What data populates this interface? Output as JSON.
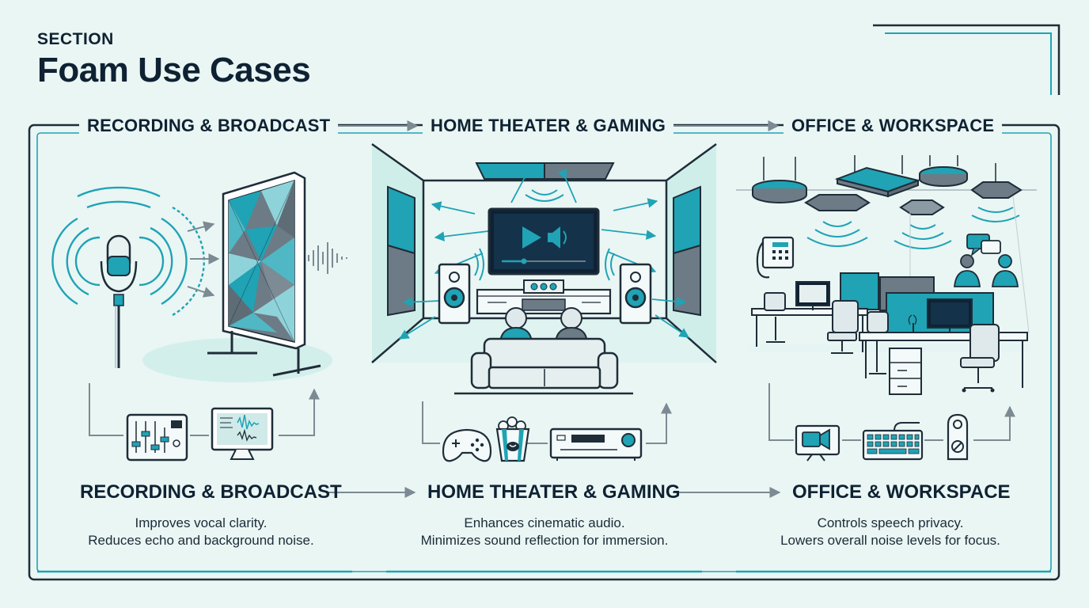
{
  "header": {
    "section_label": "SECTION",
    "title": "Foam Use Cases"
  },
  "columns": [
    {
      "heading": "RECORDING & BROADCAST",
      "title": "RECORDING & BROADCAST",
      "lines": [
        "Improves vocal clarity.",
        "Reduces echo and background noise."
      ]
    },
    {
      "heading": "HOME THEATER & GAMING",
      "title": "HOME THEATER & GAMING",
      "lines": [
        "Enhances cinematic audio.",
        "Minimizes sound reflection for immersion."
      ]
    },
    {
      "heading": "OFFICE & WORKSPACE",
      "title": "OFFICE & WORKSPACE",
      "lines": [
        "Controls speech privacy.",
        "Lowers overall noise levels for focus."
      ]
    }
  ],
  "icons": [
    "microphone-icon",
    "acoustic-panel-icon",
    "audio-mixer-icon",
    "audio-editing-monitor-icon",
    "tv-screen-icon",
    "speaker-icon",
    "sofa-icon",
    "game-controller-icon",
    "popcorn-icon",
    "av-receiver-icon",
    "ceiling-baffle-icon",
    "desk-phone-icon",
    "chat-bubbles-icon",
    "workstation-icon",
    "video-camera-icon",
    "keyboard-icon",
    "do-not-disturb-sign-icon"
  ],
  "colors": {
    "background": "#eaf6f4",
    "teal": "#1fa3b5",
    "dark": "#0f2233",
    "gray_panel": "#6d7b86",
    "frame": "#1e2d38"
  }
}
